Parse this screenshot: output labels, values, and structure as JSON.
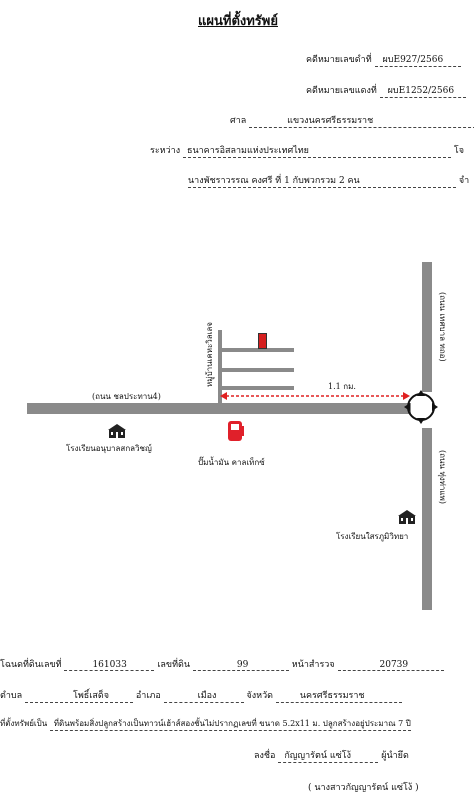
{
  "header": {
    "title": "แผนที่ตั้งทรัพย์",
    "case_black_label": "คดีหมายเลขดำที่",
    "case_black_value": "ผบE927/2566",
    "case_red_label": "คดีหมายเลขแดงที่",
    "case_red_value": "ผบE1252/2566",
    "court_label": "ศาล",
    "court_value": "แขวงนครศรีธรรมราช",
    "between_label": "ระหว่าง",
    "plaintiff_value": "ธนาคารอิสลามแห่งประเทศไทย",
    "plaintiff_suffix": "โจ",
    "defendant_value": "นางพัชราวรรณ คงศรี ที่ 1 กับพวกรวม 2 คน",
    "defendant_suffix": "จำ"
  },
  "map": {
    "road_west_label": "(ถนน ชลประทาน4)",
    "road_north_label": "(ถนน เทศบาล ทถอ)",
    "road_south_label": "(ถนน ทุ่งท่าแพ)",
    "village_label": "หมู่บ้านเคหะวิลเลจ",
    "distance_label": "1.1 กม.",
    "school_1_label": "โรงเรียนอนุบาลสกลวิชญ์",
    "gas_station_label": "ปั๊มน้ำมัน คาลเท็กซ์",
    "school_2_label": "โรงเรียนใสรภูมิวิทยา",
    "property_color": "#d61f1f",
    "gas_color": "#e0202a"
  },
  "details": {
    "deed_label": "โฉนดที่ดินเลขที่",
    "deed_value": "161033",
    "land_no_label": "เลขที่ดิน",
    "land_no_value": "99",
    "survey_label": "หน้าสำรวจ",
    "survey_value": "20739",
    "subdistrict_label": "ตำบล",
    "subdistrict_value": "โพธิ์เสด็จ",
    "district_label": "อำเภอ",
    "district_value": "เมือง",
    "province_label": "จังหวัด",
    "province_value": "นครศรีธรรมราช",
    "property_label": "ที่ตั้งทรัพย์เป็น",
    "property_value": "ที่ดินพร้อมสิ่งปลูกสร้างเป็นทาวน์เฮ้าส์สองชั้นไม่ปรากฏเลขที่ ขนาด 5.2x11 ม. ปลูกสร้างอยู่ประมาณ 7 ปี",
    "sign_label": "ลงชื่อ",
    "sign_value": "กัญญารัตน์ แซ่โง้",
    "sign_role": "ผู้นำยึด",
    "sign_name": "( นางสาวกัญญารัตน์ แซ่โง้ )"
  }
}
